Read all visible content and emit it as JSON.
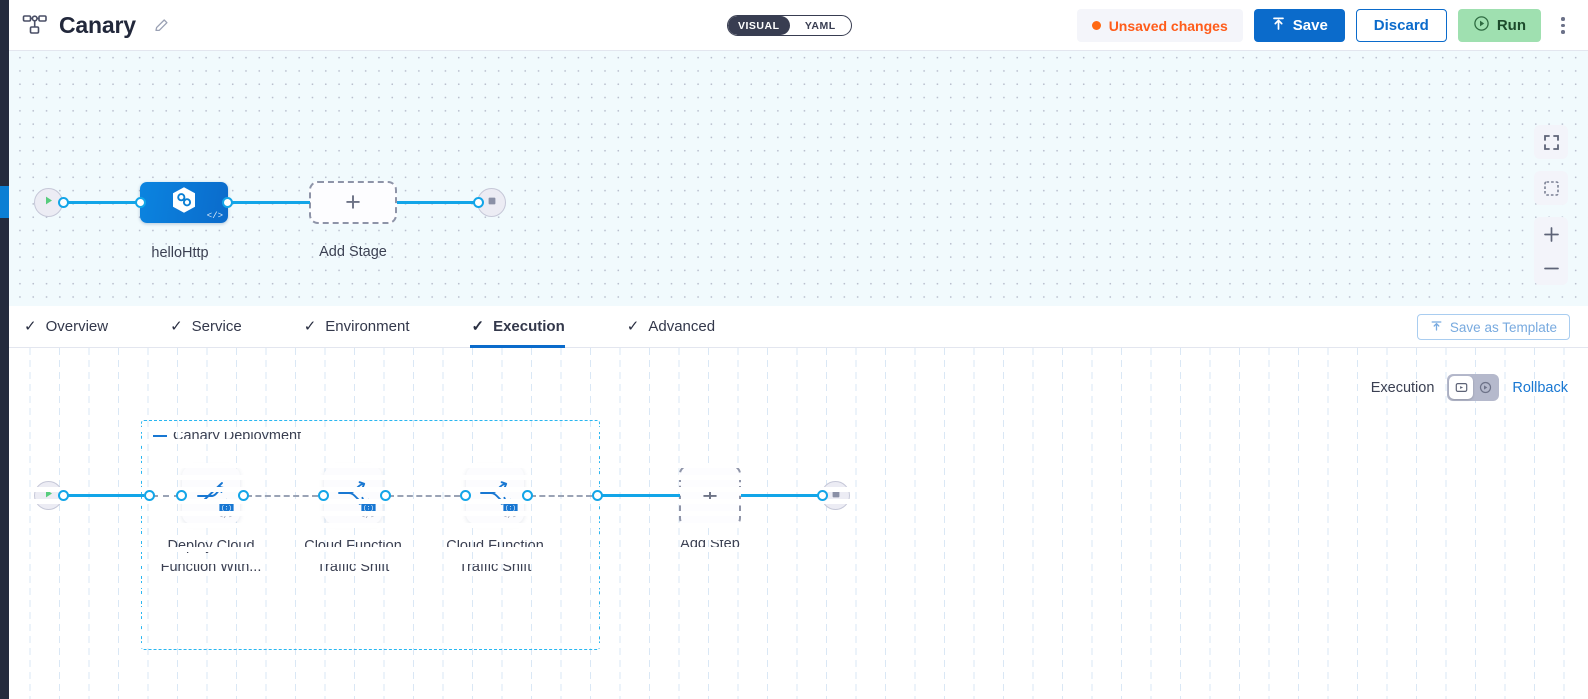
{
  "header": {
    "pipeline_icon": "pipeline-tree-icon",
    "title": "Canary",
    "edit_icon": "pencil-icon",
    "mode_toggle": {
      "options": [
        "VISUAL",
        "YAML"
      ],
      "selected": "VISUAL"
    },
    "status": {
      "label": "Unsaved changes",
      "color": "#ff5c1a"
    },
    "save_label": "Save",
    "save_icon": "upload-icon",
    "discard_label": "Discard",
    "run_label": "Run",
    "run_icon": "play-circle-icon",
    "more_icon": "kebab-menu-icon"
  },
  "canvas_top": {
    "start_icon": "play-icon",
    "end_icon": "stop-icon",
    "stage": {
      "label": "helloHttp",
      "icon": "cloud-function-hexagon-icon",
      "code_badge": "</>"
    },
    "add_stage": {
      "label": "Add Stage",
      "glyph": "+"
    },
    "controls": [
      {
        "name": "fullscreen-icon"
      },
      {
        "name": "select-area-icon"
      },
      {
        "name": "zoom-in-icon",
        "glyph": "+"
      },
      {
        "name": "zoom-out-icon",
        "glyph": "−"
      }
    ]
  },
  "tabs": [
    {
      "label": "Overview",
      "checked": true,
      "active": false
    },
    {
      "label": "Service",
      "checked": true,
      "active": false
    },
    {
      "label": "Environment",
      "checked": true,
      "active": false
    },
    {
      "label": "Execution",
      "checked": true,
      "active": true
    },
    {
      "label": "Advanced",
      "checked": true,
      "active": false
    }
  ],
  "save_as_template": {
    "label": "Save as Template",
    "icon": "template-upload-icon"
  },
  "execution_bar": {
    "label": "Execution",
    "toggle": {
      "options": [
        "execution-view-icon",
        "rollback-view-icon"
      ],
      "selected": 0
    },
    "rollback_link": "Rollback"
  },
  "canvas_bottom": {
    "start_icon": "play-icon",
    "end_icon": "stop-icon",
    "group": {
      "label": "Canary Deployment"
    },
    "steps": [
      {
        "label_line1": "Deploy Cloud",
        "label_line2": "Function With...",
        "icon": "deploy-function-icon",
        "badge": "hexagon-badge",
        "code_badge": "</>"
      },
      {
        "label_line1": "Cloud Function",
        "label_line2": "Traffic Shift",
        "icon": "traffic-shift-icon",
        "badge": "hexagon-badge",
        "code_badge": "</>"
      },
      {
        "label_line1": "Cloud Function",
        "label_line2": "Traffic Shift",
        "icon": "traffic-shift-icon",
        "badge": "hexagon-badge",
        "code_badge": "</>"
      }
    ],
    "add_step": {
      "label": "Add Step",
      "glyph": "+"
    }
  },
  "colors": {
    "accent_blue": "#0b6bcb",
    "edge_blue": "#12a5e8",
    "group_border": "#29b6f0",
    "warn_orange": "#ff5c1a",
    "run_green": "#9fe0b0",
    "rail_dark": "#242b3d"
  }
}
